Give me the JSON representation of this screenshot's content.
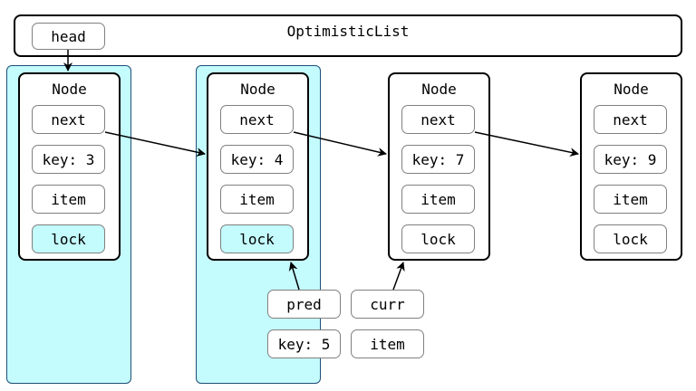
{
  "list": {
    "title": "OptimisticList",
    "head_label": "head"
  },
  "nodes": [
    {
      "title": "Node",
      "next": "next",
      "key": "key: 3",
      "item": "item",
      "lock": "lock"
    },
    {
      "title": "Node",
      "next": "next",
      "key": "key: 4",
      "item": "item",
      "lock": "lock"
    },
    {
      "title": "Node",
      "next": "next",
      "key": "key: 7",
      "item": "item",
      "lock": "lock"
    },
    {
      "title": "Node",
      "next": "next",
      "key": "key: 9",
      "item": "item",
      "lock": "lock"
    }
  ],
  "locals": {
    "pred": "pred",
    "curr": "curr",
    "key": "key: 5",
    "item": "item"
  },
  "colors": {
    "highlight": "#c4fbfd",
    "highlight_border": "#1f4e79",
    "box_border": "#000000",
    "field_border": "#808080"
  }
}
